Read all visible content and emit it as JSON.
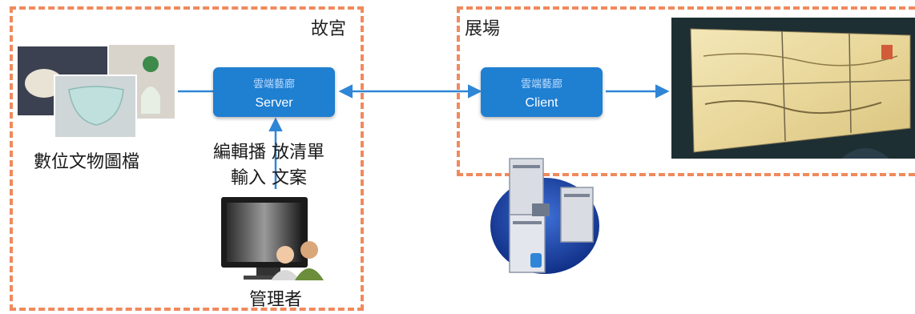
{
  "zones": {
    "palace_label": "故宮",
    "exhibit_label": "展場"
  },
  "nodes": {
    "server": {
      "title": "雲端藝廊",
      "subtitle": "Server"
    },
    "client": {
      "title": "雲端藝廊",
      "subtitle": "Client"
    }
  },
  "labels": {
    "artifact_images": "數位文物圖檔",
    "edit_playlist": "編輯播 放清單",
    "input_text": "輸入 文案",
    "admin": "管理者"
  },
  "colors": {
    "zone_border": "#f08a5d",
    "node_fill": "#1f7fd1",
    "arrow": "#2f86d6"
  },
  "icons": {
    "artifacts": "artifact-photos-icon",
    "admin": "admin-monitor-icon",
    "servers": "server-cluster-icon",
    "display": "video-wall-icon"
  }
}
